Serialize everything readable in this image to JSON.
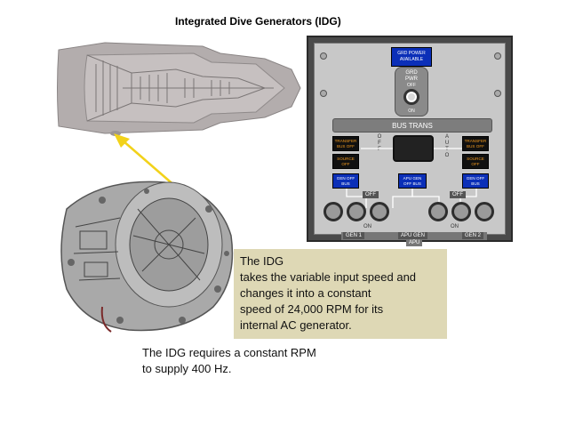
{
  "title": "Integrated Dive Generators (IDG)",
  "panel": {
    "grd_power": [
      "GRD POWER",
      "AVAILABLE"
    ],
    "grd_pvr": [
      "GRD",
      "PWR",
      "OFF"
    ],
    "grd_on": "ON",
    "bus_trans": "BUS TRANS",
    "off_vertical": "OFF",
    "auto_vertical": "AUTO",
    "transfer_bus_off_left": [
      "TRANSFER",
      "BUS OFF"
    ],
    "transfer_bus_off_right": [
      "TRANSFER",
      "BUS OFF"
    ],
    "source_off_left": [
      "SOURCE",
      "OFF"
    ],
    "source_off_right": [
      "SOURCE",
      "OFF"
    ],
    "gen_off_bus_left": [
      "GEN OFF",
      "BUS"
    ],
    "apu_gen_off_bus": [
      "APU GEN",
      "OFF BUS"
    ],
    "gen_off_bus_right": [
      "GEN OFF",
      "BUS"
    ],
    "off_left": "OFF",
    "off_right": "OFF",
    "on_left": "ON",
    "on_right": "ON",
    "gen1": "GEN 1",
    "apu_gen": "APU GEN",
    "gen2": "GEN 2",
    "apu": "APU",
    "colors": {
      "annunciator_blue": "#0b2fb8",
      "annunciator_amber": "#f39a1e"
    }
  },
  "callout": {
    "lines": [
      "The IDG",
      "takes the variable input speed and",
      "changes it into a constant",
      "speed of 24,000 RPM for its",
      "internal AC generator."
    ],
    "background": "#ded8b5"
  },
  "note": {
    "lines": [
      "The IDG requires a constant RPM",
      "to supply 400 Hz."
    ]
  },
  "arrow_color": "#f2d21a"
}
